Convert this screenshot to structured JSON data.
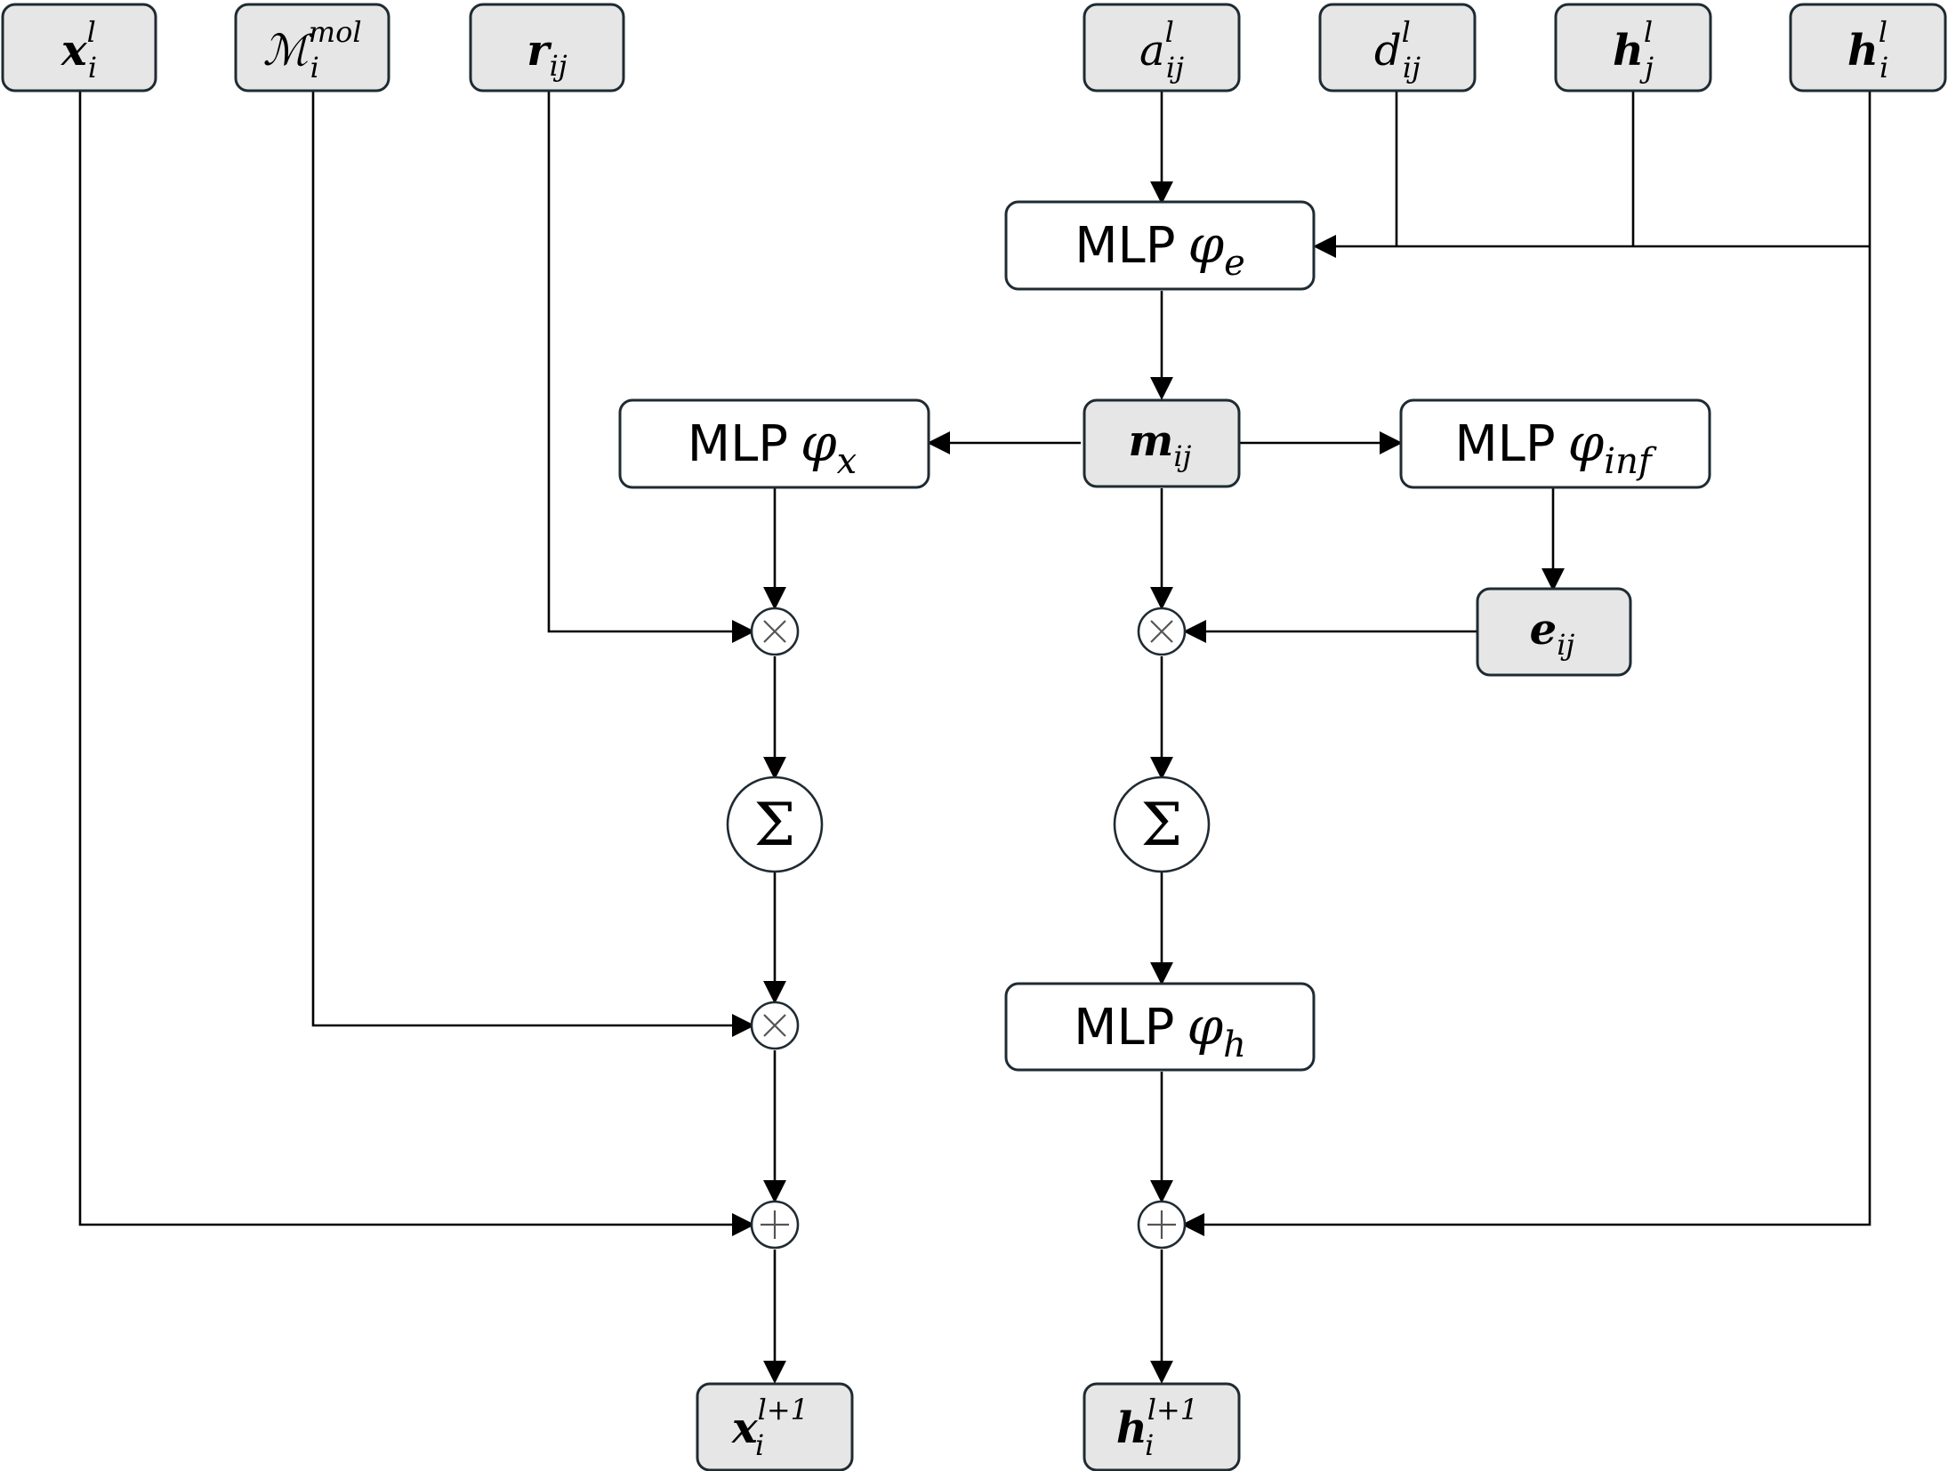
{
  "inputs": {
    "x_i": {
      "base": "x",
      "sub": "i",
      "sup": "l"
    },
    "m_mol": {
      "base": "ℳ",
      "sub": "i",
      "sup": "mol"
    },
    "r_ij": {
      "base": "r",
      "sub": "ij"
    },
    "a_ij": {
      "base": "a",
      "sub": "ij",
      "sup": "l"
    },
    "d_ij": {
      "base": "d",
      "sub": "ij",
      "sup": "l"
    },
    "h_j": {
      "base": "h",
      "sub": "j",
      "sup": "l"
    },
    "h_i": {
      "base": "h",
      "sub": "i",
      "sup": "l"
    }
  },
  "nodes": {
    "mlp_e": {
      "label": "MLP",
      "phi": "φ",
      "sub": "e"
    },
    "m_ij": {
      "base": "m",
      "sub": "ij"
    },
    "mlp_x": {
      "label": "MLP",
      "phi": "φ",
      "sub": "x"
    },
    "mlp_inf": {
      "label": "MLP",
      "phi": "φ",
      "sub": "inf"
    },
    "e_ij": {
      "base": "e",
      "sub": "ij"
    },
    "mlp_h": {
      "label": "MLP",
      "phi": "φ",
      "sub": "h"
    }
  },
  "operators": {
    "multiply": "×",
    "sum": "Σ",
    "add": "+"
  },
  "outputs": {
    "x_out": {
      "base": "x",
      "sub": "i",
      "sup": "l+1"
    },
    "h_out": {
      "base": "h",
      "sub": "i",
      "sup": "l+1"
    }
  },
  "colors": {
    "variable_fill": "#e6e6e6",
    "module_fill": "#ffffff",
    "stroke": "#1f2b33",
    "wire": "#000000"
  }
}
